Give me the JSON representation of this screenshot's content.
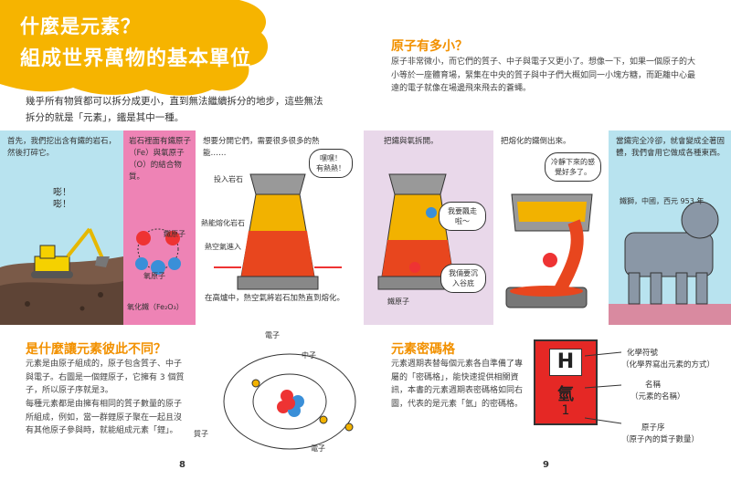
{
  "title": {
    "line1": "什麼是元素？",
    "line2": "組成世界萬物的基本單位"
  },
  "intro": "幾乎所有物質都可以拆分成更小，直到無法繼續拆分的地步，這些無法拆分的就是「元素」，鐵是其中一種。",
  "atom_size": {
    "heading": "原子有多小？",
    "text": "原子非常微小，而它們的質子、中子與電子又更小了。想像一下，如果一個原子的大小等於一座體育場，緊集在中央的質子與中子們大概如同一小塊方糖，而距離中心最遠的電子就像在場邊飛來飛去的蒼蠅。"
  },
  "comic": {
    "p1": {
      "caption": "首先，我們挖出含有鐵的岩石，然後打碎它。",
      "sfx": "嘭！\n嘭！"
    },
    "p2": {
      "caption": "岩石裡面有鐵原子（Fe）與氧原子（O）的結合物質。",
      "label_iron": "鐵原子",
      "label_oxygen": "氧原子",
      "label_compound": "氧化鐵（Fe₂O₃）"
    },
    "p3": {
      "caption": "想要分開它們，需要很多很多的熱能……",
      "bubble": "嘿嘿！\n有熱熱！",
      "label_input": "投入岩石",
      "label_hot": "熱能熔化岩石",
      "label_air": "熱空氣進入",
      "caption_bottom": "在高爐中，熱空氣將岩石加熱直到熔化。"
    },
    "p4": {
      "caption": "把鐵與氧拆開。",
      "bubble1": "我要飄走啦～",
      "bubble2": "我倆要沉入谷底",
      "label_iron": "鐵原子"
    },
    "p5": {
      "caption": "把熔化的鐵倒出來。",
      "bubble": "冷靜下來的感覺好多了。"
    },
    "p6": {
      "caption": "當鐵完全冷卻，就會變成全著固體，我們會用它做成各種東西。",
      "artifact": "鐵獅，中國，西元 953 年"
    }
  },
  "difference": {
    "heading": "是什麼讓元素彼此不同？",
    "text1": "元素是由原子組成的，原子包含質子、中子與電子。右圖是一個鋰原子，它擁有 3 個質子，所以原子序就是3。",
    "text2": "每種元素都是由擁有相同的質子數量的原子所組成，例如，當一群鋰原子聚在一起且沒有其他原子參與時，就能組成元素「鋰」。",
    "label_electron": "電子",
    "label_neutron": "中子",
    "label_proton": "質子"
  },
  "code": {
    "heading": "元素密碼格",
    "text": "元素週期表替每個元素各自準備了專屬的「密碼格」，能快速提供相關資訊，本書的元素週期表密碼格如同右圖，代表的是元素「氫」的密碼格。",
    "tile_symbol": "H",
    "tile_name": "氫",
    "tile_number": "1",
    "label_symbol_title": "化學符號",
    "label_symbol_desc": "（化學界寫出元素的方式）",
    "label_name_title": "名稱",
    "label_name_desc": "（元素的名稱）",
    "label_number_title": "原子序",
    "label_number_desc": "（原子內的質子數量）"
  },
  "page_left": "8",
  "page_right": "9",
  "colors": {
    "orange": "#f29100",
    "blob": "#f6b400",
    "blue": "#b8e3ef",
    "pink": "#ee83b5",
    "lilac": "#e9d8ea",
    "tile_red": "#e52825"
  }
}
